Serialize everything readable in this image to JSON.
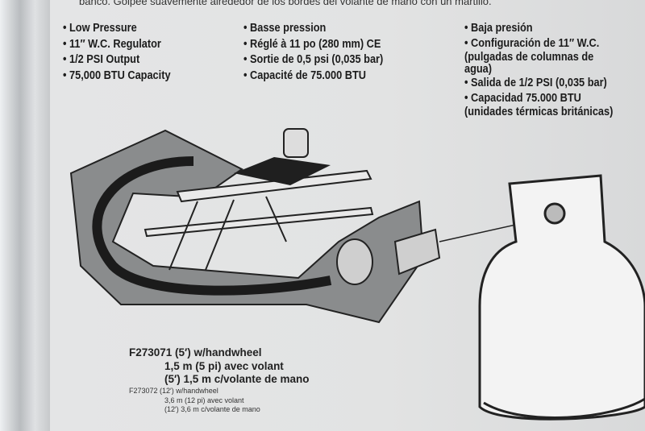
{
  "top_text": "banco. Golpee suavemente alrededor de los bordes del volante de mano con un martillo.",
  "english": [
    "• Low Pressure",
    "• 11″ W.C. Regulator",
    "• 1/2 PSI Output",
    "• 75,000 BTU Capacity"
  ],
  "french": [
    "• Basse pression",
    "• Réglé à 11 po (280 mm) CE",
    "• Sortie de 0,5 psi (0,035 bar)",
    "• Capacité de 75.000 BTU"
  ],
  "spanish": [
    "• Baja presión",
    "• Configuración de 11″ W.C.",
    "(pulgadas de columnas de",
    "agua)",
    "• Salida de 1/2 PSI (0,035 bar)",
    "• Capacidad 75.000 BTU",
    "(unidades térmicas británicas)"
  ],
  "model1": [
    "F273071 (5′) w/handwheel",
    "1,5 m (5 pi) avec volant",
    "(5′) 1,5 m c/volante de mano"
  ],
  "model2": [
    "F273072 (12′) w/handwheel",
    "3,6 m (12 pi) avec volant",
    "(12′) 3,6 m c/volante de mano"
  ]
}
